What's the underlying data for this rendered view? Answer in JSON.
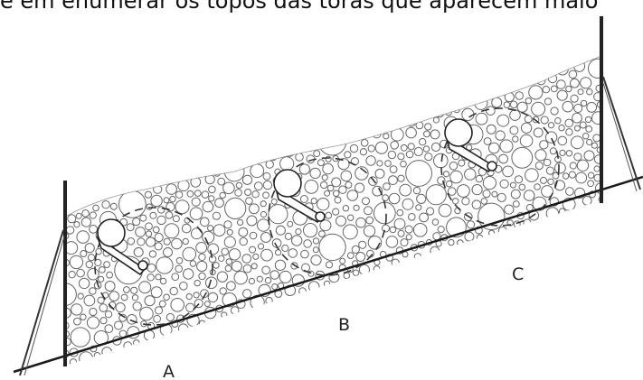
{
  "caption": "e em enumerar os topos das toras que aparecem maio",
  "labels": {
    "a": "A",
    "b": "B",
    "c": "C"
  }
}
